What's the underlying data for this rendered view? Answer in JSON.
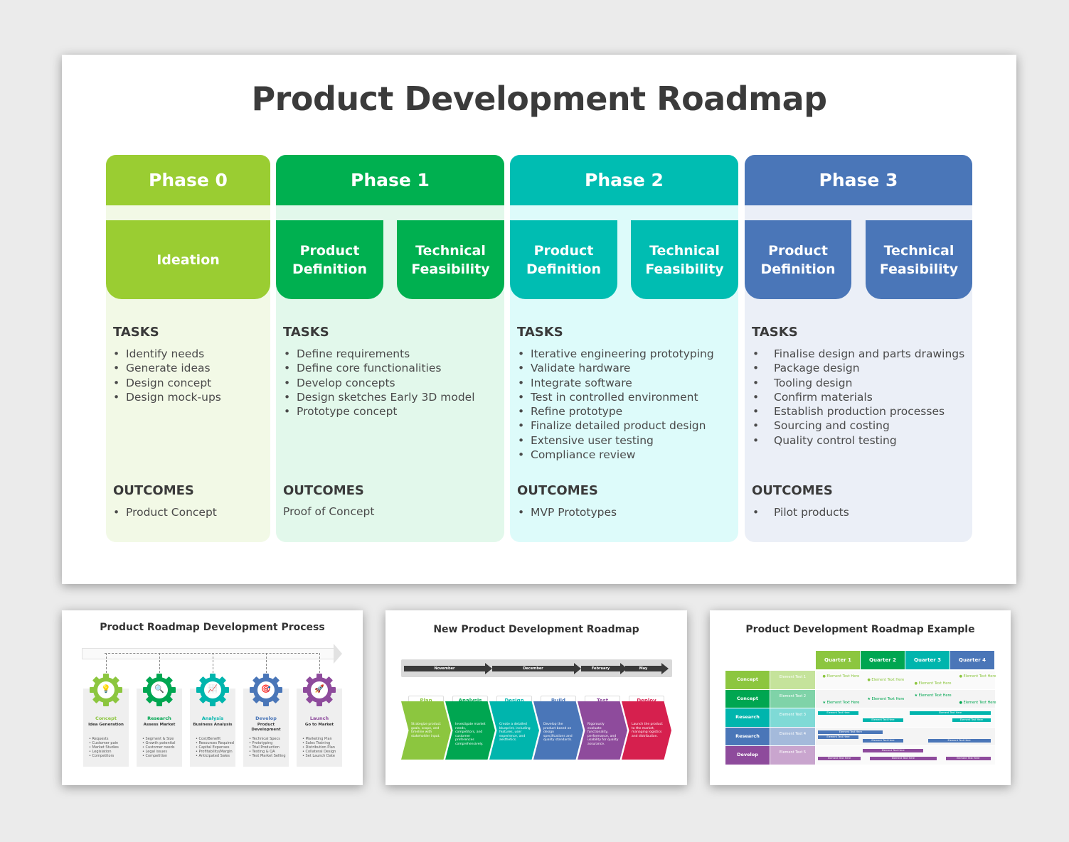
{
  "main": {
    "title": "Product Development Roadmap",
    "colors": {
      "phase0": "#9ACD32",
      "phase1": "#00B050",
      "phase2": "#00BDB2",
      "phase3": "#4A76B8"
    },
    "phases": [
      {
        "title": "Phase 0",
        "subs": [
          "Ideation"
        ],
        "tasks_heading": "TASKS",
        "tasks": [
          "Identify needs",
          "Generate ideas",
          "Design concept",
          "Design mock-ups"
        ],
        "outcomes_heading": "OUTCOMES",
        "outcomes": [
          "Product Concept"
        ]
      },
      {
        "title": "Phase 1",
        "subs": [
          "Product Definition",
          "Technical Feasibility"
        ],
        "tasks_heading": "TASKS",
        "tasks": [
          "Define requirements",
          "Define core functionalities",
          "Develop concepts",
          "Design sketches Early 3D model",
          "Prototype concept"
        ],
        "outcomes_heading": "OUTCOMES",
        "outcomes_plain": "Proof of Concept"
      },
      {
        "title": "Phase 2",
        "subs": [
          "Product Definition",
          "Technical Feasibility"
        ],
        "tasks_heading": "TASKS",
        "tasks": [
          "Iterative engineering prototyping",
          "Validate hardware",
          "Integrate software",
          "Test in controlled environment",
          "Refine prototype",
          "Finalize detailed product design",
          "Extensive user testing",
          "Compliance review"
        ],
        "outcomes_heading": "OUTCOMES",
        "outcomes": [
          "MVP Prototypes"
        ]
      },
      {
        "title": "Phase 3",
        "subs": [
          "Product Definition",
          "Technical Feasibility"
        ],
        "tasks_heading": "TASKS",
        "tasks": [
          "Finalise design and parts drawings",
          "Package design",
          "Tooling design",
          "Confirm materials",
          "Establish production processes",
          "Sourcing and costing",
          "Quality control testing"
        ],
        "outcomes_heading": "OUTCOMES",
        "outcomes": [
          "Pilot products"
        ]
      }
    ]
  },
  "thumbs": [
    {
      "title": "Product Roadmap Development Process",
      "steps": [
        {
          "stage": "Concept",
          "name": "Idea Generation",
          "color": "#8CC63F",
          "icon": "lightbulb-icon",
          "glyph": "💡",
          "items": [
            "Requests",
            "Customer pain",
            "Market Studies",
            "Legislation",
            "Competitors"
          ]
        },
        {
          "stage": "Research",
          "name": "Assess Market",
          "color": "#00A651",
          "icon": "magnifier-icon",
          "glyph": "🔍",
          "items": [
            "Segment & Size",
            "Growth potential",
            "Customer needs",
            "Legal issues",
            "Competition"
          ]
        },
        {
          "stage": "Analysis",
          "name": "Business Analysis",
          "color": "#00B5AD",
          "icon": "chart-icon",
          "glyph": "📈",
          "items": [
            "Cost/Benefit",
            "Resources Required",
            "Capital Expenses",
            "Profitability/Margin",
            "Anticipated Sales"
          ]
        },
        {
          "stage": "Develop",
          "name": "Product Development",
          "color": "#4A76B8",
          "icon": "target-icon",
          "glyph": "🎯",
          "items": [
            "Technical Specs",
            "Prototyping",
            "Trial Production",
            "Testing & QA",
            "Test Market Selling"
          ]
        },
        {
          "stage": "Launch",
          "name": "Go to Market",
          "color": "#8E4B9C",
          "icon": "rocket-icon",
          "glyph": "🚀",
          "items": [
            "Marketing Plan",
            "Sales Training",
            "Distribution Plan",
            "Collateral Design",
            "Set Launch Date"
          ]
        }
      ]
    },
    {
      "title": "New Product Development Roadmap",
      "months": [
        "November",
        "December",
        "February",
        "May"
      ],
      "stages": [
        {
          "name": "Plan",
          "color": "#8CC63F",
          "text": "Strategize product goals, scope, and timeline with stakeholder input."
        },
        {
          "name": "Analysis",
          "color": "#00A651",
          "text": "Investigate market needs, competitors, and customer preferences comprehensively."
        },
        {
          "name": "Design",
          "color": "#00B5AD",
          "text": "Create a detailed blueprint, including features, user experience, and aesthetics."
        },
        {
          "name": "Build",
          "color": "#4A76B8",
          "text": "Develop the product based on design specifications and quality standards."
        },
        {
          "name": "Test",
          "color": "#8E4B9C",
          "text": "Rigorously evaluate functionality, performance, and usability for quality assurance."
        },
        {
          "name": "Deploy",
          "color": "#D6204E",
          "text": "Launch the product to the market, managing logistics and distribution."
        }
      ]
    },
    {
      "title": "Product Development Roadmap Example",
      "quarters": [
        {
          "label": "Quarter 1",
          "color": "#8CC63F"
        },
        {
          "label": "Quarter 2",
          "color": "#00A651"
        },
        {
          "label": "Quarter 3",
          "color": "#00B5AD"
        },
        {
          "label": "Quarter 4",
          "color": "#4A76B8"
        }
      ],
      "rows": [
        {
          "label": "Concept",
          "element": "Element Text 1",
          "color": "#8CC63F",
          "light": "#C5E39B"
        },
        {
          "label": "Concept",
          "element": "Element Text 2",
          "color": "#00A651",
          "light": "#7FD3A8"
        },
        {
          "label": "Research",
          "element": "Element Text 3",
          "color": "#00B5AD",
          "light": "#7FDAD6"
        },
        {
          "label": "Research",
          "element": "Element Text 4",
          "color": "#4A76B8",
          "light": "#A4BADB"
        },
        {
          "label": "Develop",
          "element": "Element Text 5",
          "color": "#8E4B9C",
          "light": "#C9A5CE"
        }
      ],
      "bar_label": "Element Text Here"
    }
  ]
}
